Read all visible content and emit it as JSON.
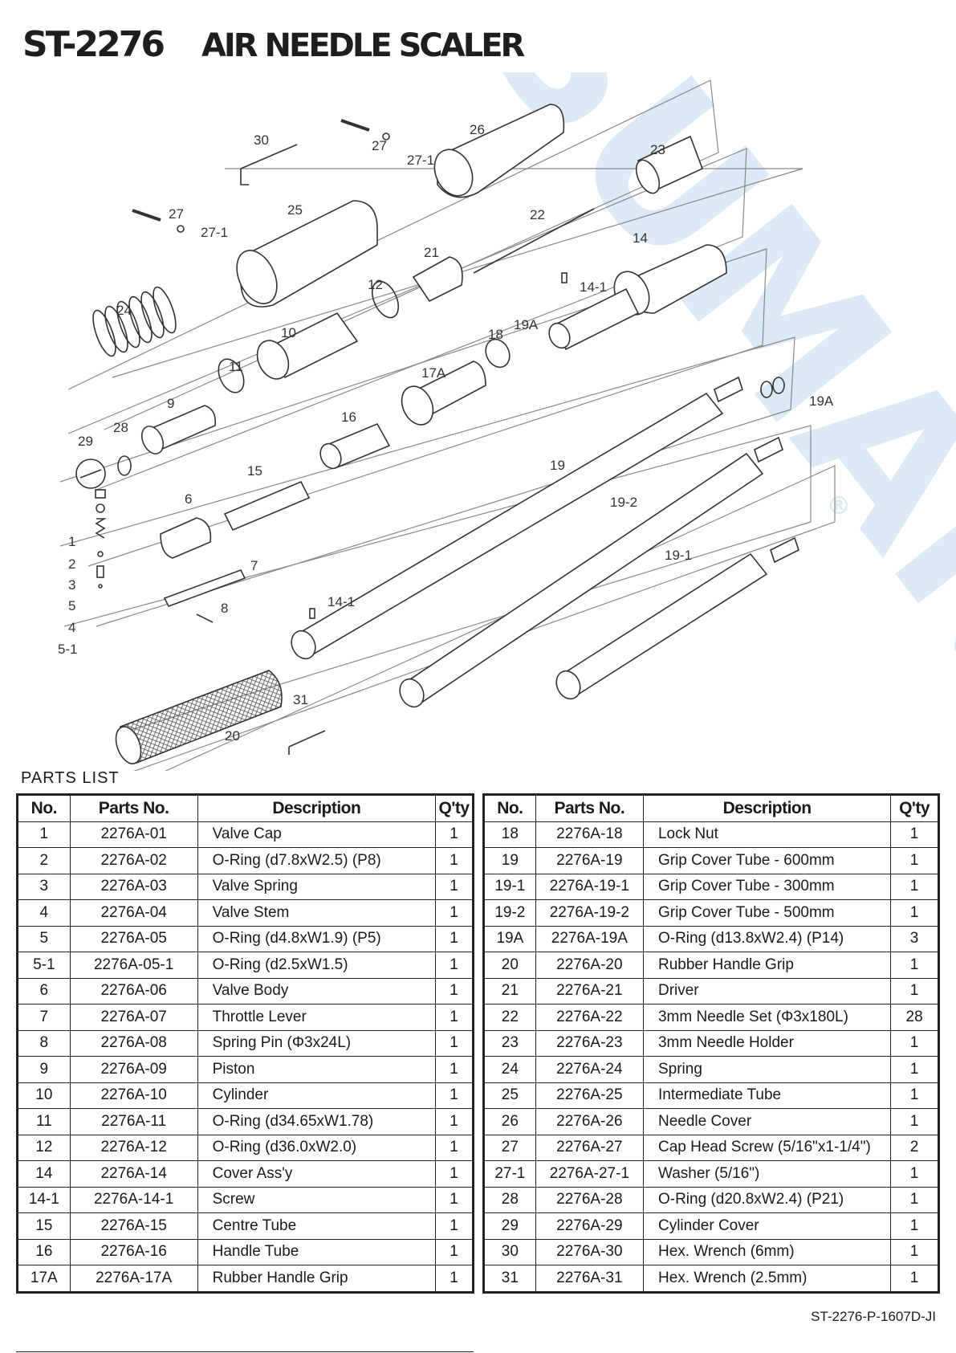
{
  "header": {
    "model": "ST-2276",
    "product_name": "AIR NEEDLE SCALER"
  },
  "diagram": {
    "watermark_text": "SUMAKE",
    "registered_mark": "®",
    "callouts": [
      "1",
      "2",
      "3",
      "4",
      "5",
      "5-1",
      "6",
      "7",
      "8",
      "9",
      "10",
      "11",
      "12",
      "14",
      "14-1",
      "14-1",
      "15",
      "16",
      "17A",
      "18",
      "19",
      "19-1",
      "19-2",
      "19A",
      "19A",
      "20",
      "21",
      "22",
      "23",
      "24",
      "25",
      "26",
      "27",
      "27-1",
      "27",
      "27-1",
      "28",
      "29",
      "30",
      "31"
    ]
  },
  "parts_list": {
    "heading": "PARTS LIST",
    "columns": {
      "no": "No.",
      "parts_no": "Parts No.",
      "description": "Description",
      "qty": "Q'ty"
    },
    "left_rows": [
      {
        "no": "1",
        "parts_no": "2276A-01",
        "description": "Valve Cap",
        "qty": "1"
      },
      {
        "no": "2",
        "parts_no": "2276A-02",
        "description": "O-Ring (d7.8xW2.5) (P8)",
        "qty": "1"
      },
      {
        "no": "3",
        "parts_no": "2276A-03",
        "description": "Valve Spring",
        "qty": "1"
      },
      {
        "no": "4",
        "parts_no": "2276A-04",
        "description": "Valve Stem",
        "qty": "1"
      },
      {
        "no": "5",
        "parts_no": "2276A-05",
        "description": "O-Ring (d4.8xW1.9) (P5)",
        "qty": "1"
      },
      {
        "no": "5-1",
        "parts_no": "2276A-05-1",
        "description": "O-Ring (d2.5xW1.5)",
        "qty": "1"
      },
      {
        "no": "6",
        "parts_no": "2276A-06",
        "description": "Valve Body",
        "qty": "1"
      },
      {
        "no": "7",
        "parts_no": "2276A-07",
        "description": "Throttle Lever",
        "qty": "1"
      },
      {
        "no": "8",
        "parts_no": "2276A-08",
        "description": "Spring Pin (Φ3x24L)",
        "qty": "1"
      },
      {
        "no": "9",
        "parts_no": "2276A-09",
        "description": "Piston",
        "qty": "1"
      },
      {
        "no": "10",
        "parts_no": "2276A-10",
        "description": "Cylinder",
        "qty": "1"
      },
      {
        "no": "11",
        "parts_no": "2276A-11",
        "description": "O-Ring (d34.65xW1.78)",
        "qty": "1"
      },
      {
        "no": "12",
        "parts_no": "2276A-12",
        "description": "O-Ring (d36.0xW2.0)",
        "qty": "1"
      },
      {
        "no": "14",
        "parts_no": "2276A-14",
        "description": "Cover Ass'y",
        "qty": "1"
      },
      {
        "no": "14-1",
        "parts_no": "2276A-14-1",
        "description": "Screw",
        "qty": "1"
      },
      {
        "no": "15",
        "parts_no": "2276A-15",
        "description": "Centre Tube",
        "qty": "1"
      },
      {
        "no": "16",
        "parts_no": "2276A-16",
        "description": "Handle Tube",
        "qty": "1"
      },
      {
        "no": "17A",
        "parts_no": "2276A-17A",
        "description": "Rubber Handle Grip",
        "qty": "1"
      }
    ],
    "right_rows": [
      {
        "no": "18",
        "parts_no": "2276A-18",
        "description": "Lock Nut",
        "qty": "1"
      },
      {
        "no": "19",
        "parts_no": "2276A-19",
        "description": "Grip Cover Tube - 600mm",
        "qty": "1"
      },
      {
        "no": "19-1",
        "parts_no": "2276A-19-1",
        "description": "Grip Cover Tube - 300mm",
        "qty": "1"
      },
      {
        "no": "19-2",
        "parts_no": "2276A-19-2",
        "description": "Grip Cover Tube - 500mm",
        "qty": "1"
      },
      {
        "no": "19A",
        "parts_no": "2276A-19A",
        "description": "O-Ring (d13.8xW2.4) (P14)",
        "qty": "3"
      },
      {
        "no": "20",
        "parts_no": "2276A-20",
        "description": "Rubber Handle Grip",
        "qty": "1"
      },
      {
        "no": "21",
        "parts_no": "2276A-21",
        "description": "Driver",
        "qty": "1"
      },
      {
        "no": "22",
        "parts_no": "2276A-22",
        "description": "3mm Needle Set (Φ3x180L)",
        "qty": "28"
      },
      {
        "no": "23",
        "parts_no": "2276A-23",
        "description": "3mm Needle Holder",
        "qty": "1"
      },
      {
        "no": "24",
        "parts_no": "2276A-24",
        "description": "Spring",
        "qty": "1"
      },
      {
        "no": "25",
        "parts_no": "2276A-25",
        "description": "Intermediate Tube",
        "qty": "1"
      },
      {
        "no": "26",
        "parts_no": "2276A-26",
        "description": "Needle Cover",
        "qty": "1"
      },
      {
        "no": "27",
        "parts_no": "2276A-27",
        "description": "Cap Head Screw (5/16\"x1-1/4\")",
        "qty": "2"
      },
      {
        "no": "27-1",
        "parts_no": "2276A-27-1",
        "description": "Washer (5/16\")",
        "qty": "1"
      },
      {
        "no": "28",
        "parts_no": "2276A-28",
        "description": "O-Ring (d20.8xW2.4) (P21)",
        "qty": "1"
      },
      {
        "no": "29",
        "parts_no": "2276A-29",
        "description": "Cylinder Cover",
        "qty": "1"
      },
      {
        "no": "30",
        "parts_no": "2276A-30",
        "description": "Hex. Wrench (6mm)",
        "qty": "1"
      },
      {
        "no": "31",
        "parts_no": "2276A-31",
        "description": "Hex. Wrench (2.5mm)",
        "qty": "1"
      }
    ]
  },
  "footer": {
    "document_code": "ST-2276-P-1607D-JI"
  }
}
